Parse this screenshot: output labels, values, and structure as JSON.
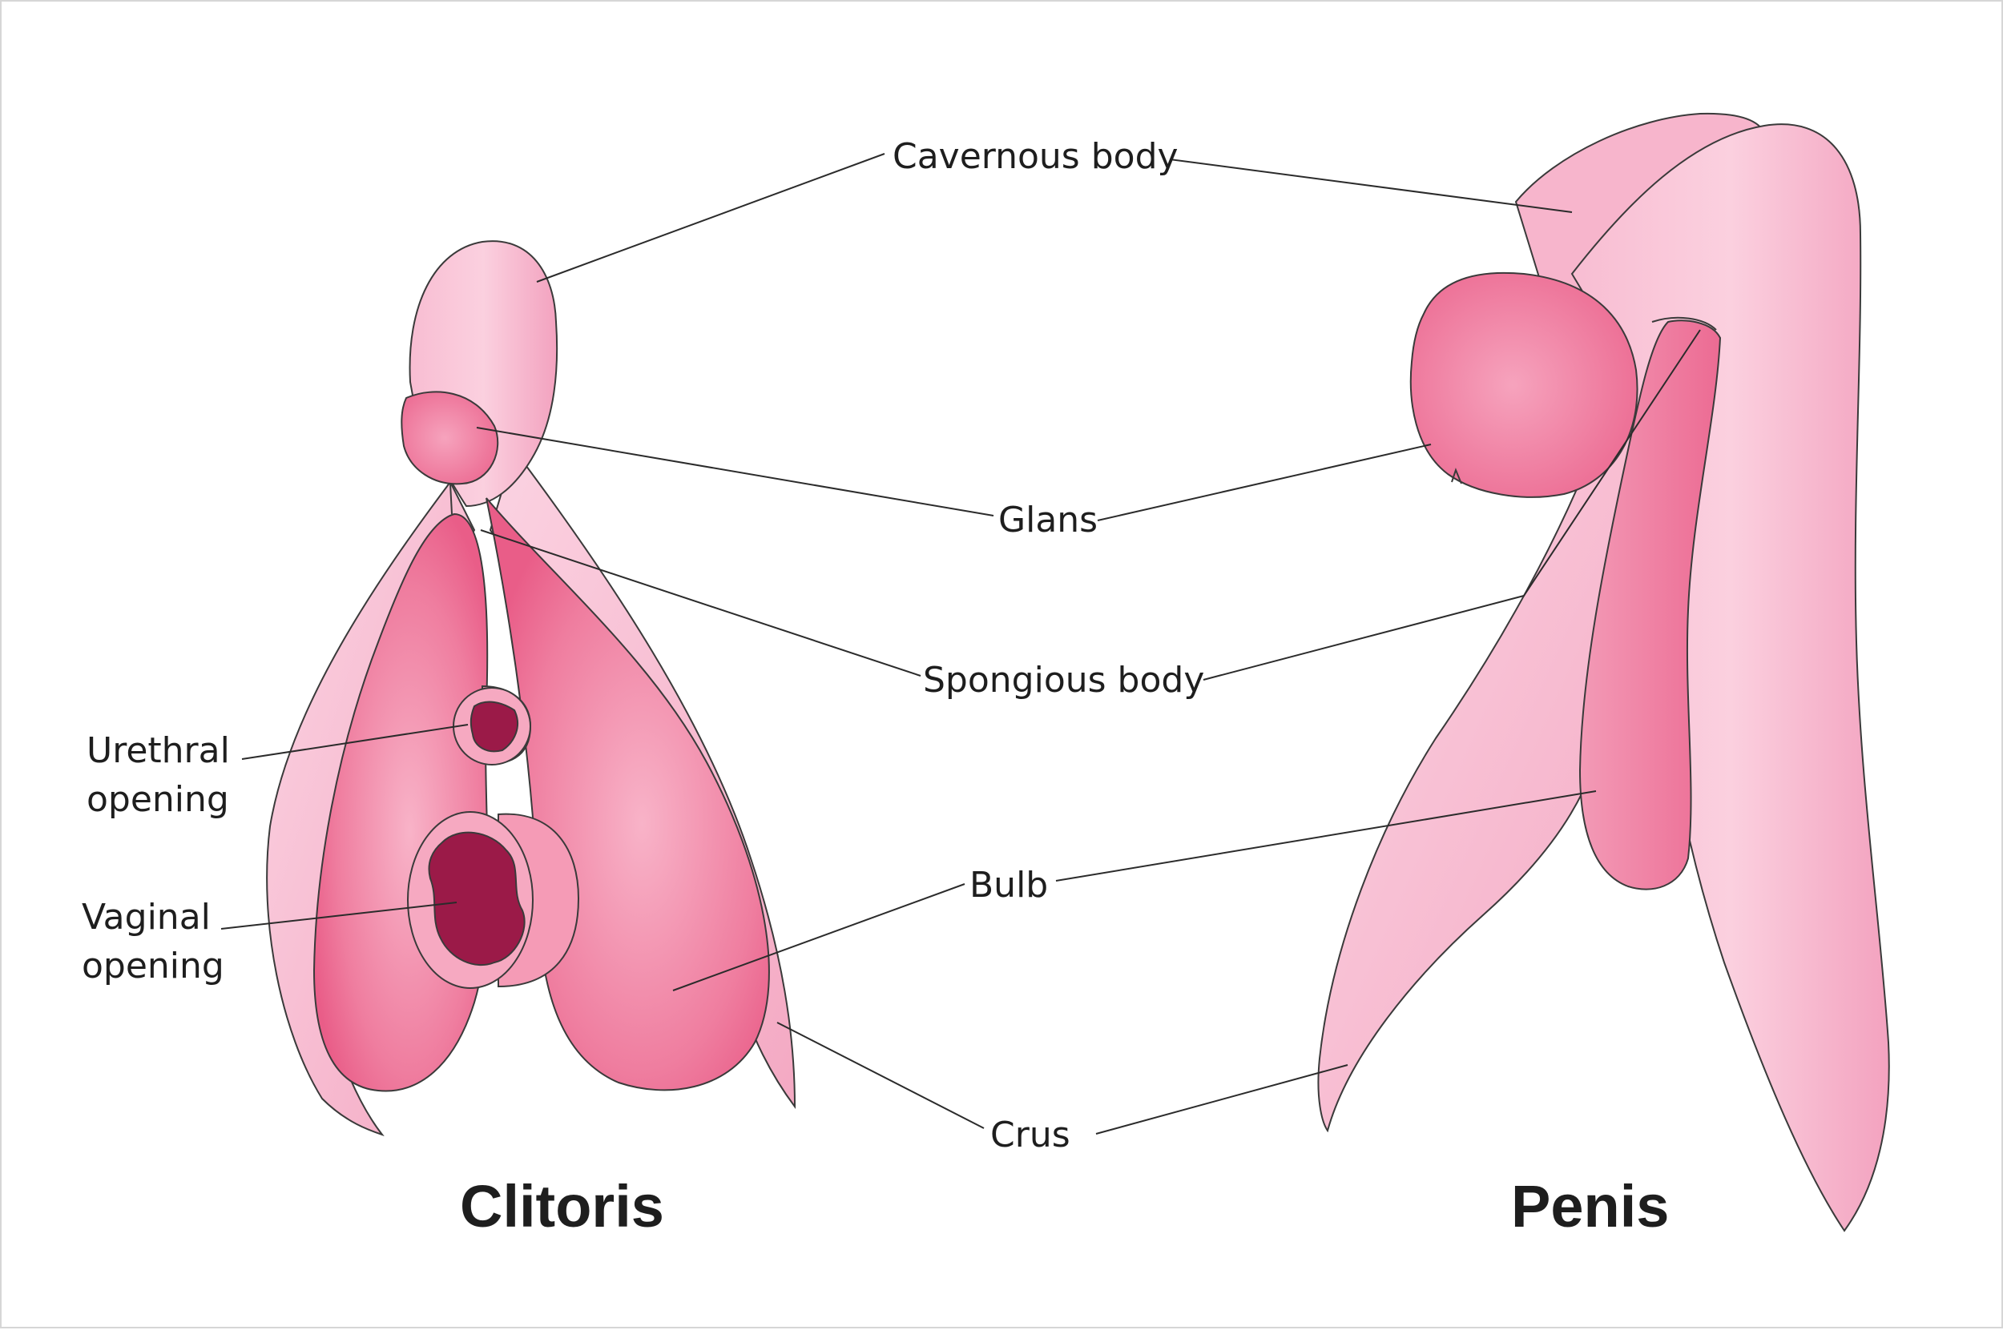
{
  "labels": {
    "cavernous_body": "Cavernous body",
    "glans": "Glans",
    "spongious_body": "Spongious body",
    "urethral_opening": "Urethral\nopening",
    "vaginal_opening": "Vaginal\nopening",
    "bulb": "Bulb",
    "crus": "Crus"
  },
  "titles": {
    "left": "Clitoris",
    "right": "Penis"
  },
  "colors": {
    "tissue_light": "#f9c4d8",
    "tissue_mid": "#f4a6c0",
    "tissue_deep": "#ec6b93",
    "glans": "#f07aa0",
    "opening": "#9b1a48"
  }
}
